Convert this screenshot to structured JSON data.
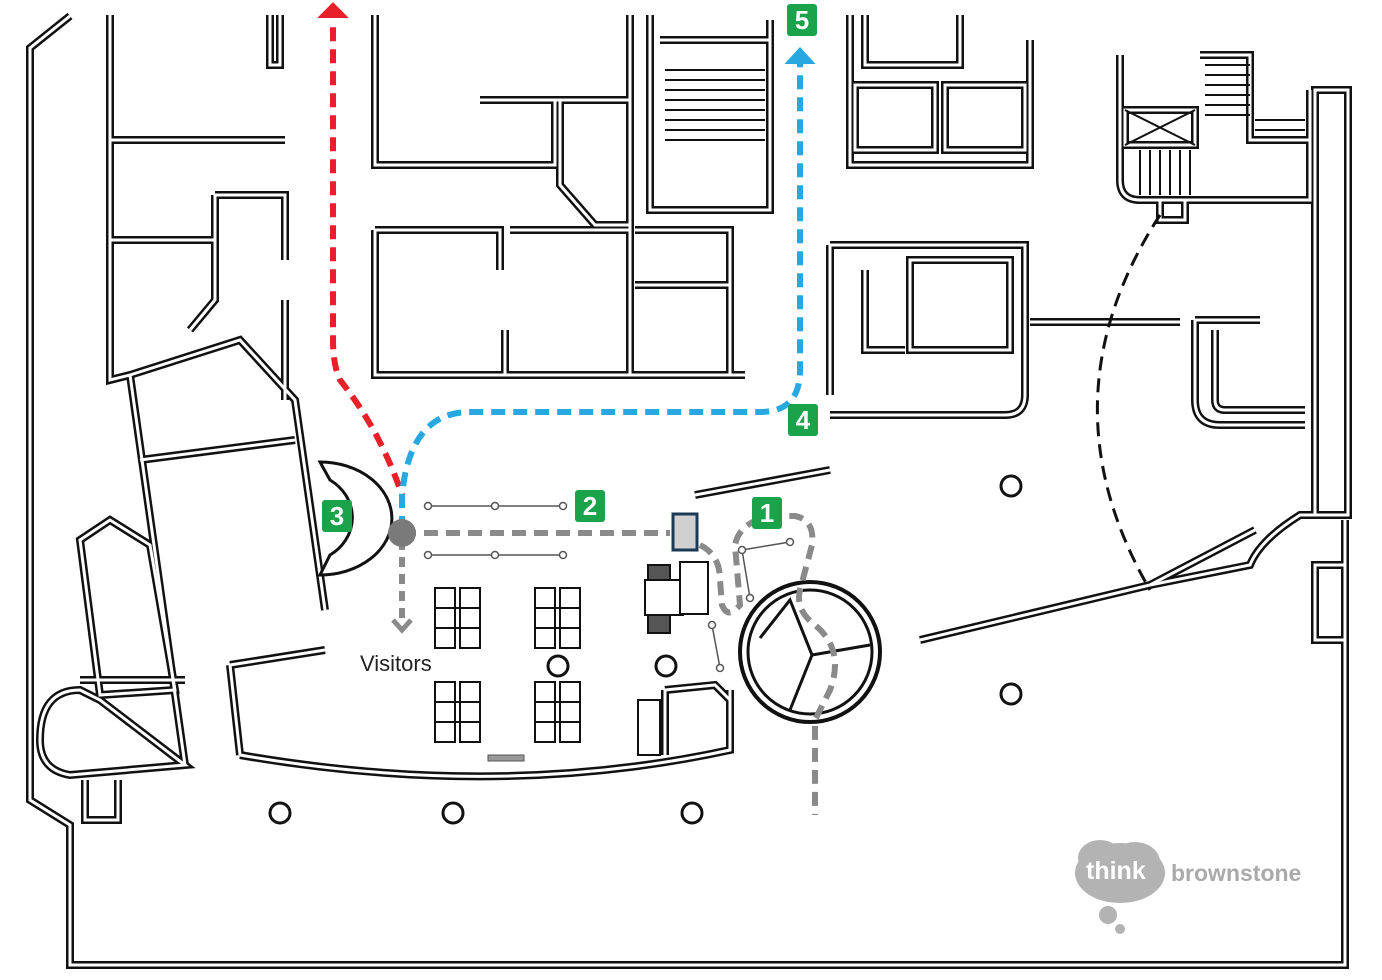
{
  "colors": {
    "badge": "#1aa34a",
    "red_route": "#e8202a",
    "blue_route": "#27a8e0",
    "gray_route": "#8a8a8a",
    "logo": "#b3b3b3"
  },
  "badges": [
    "1",
    "2",
    "3",
    "4",
    "5"
  ],
  "labels": {
    "visitors": "Visitors"
  },
  "logo": {
    "think": "think",
    "brand": "brownstone"
  }
}
